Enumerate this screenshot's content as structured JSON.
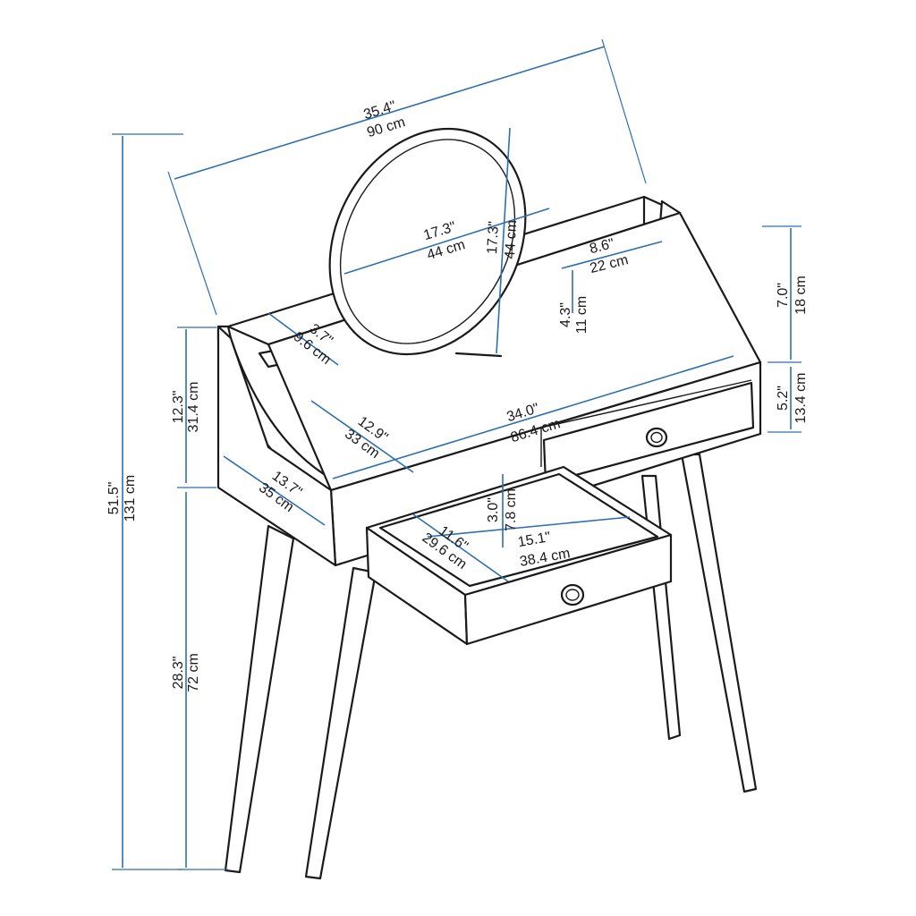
{
  "colors": {
    "outline": "#1a1a1a",
    "dimension": "#2d6fb0",
    "background": "#ffffff"
  },
  "dimensions": {
    "overall_height": {
      "imperial": "51.5\"",
      "metric": "131 cm"
    },
    "overall_width": {
      "imperial": "35.4\"",
      "metric": "90 cm"
    },
    "mirror_width": {
      "imperial": "17.3\"",
      "metric": "44 cm"
    },
    "mirror_height": {
      "imperial": "17.3\"",
      "metric": "44 cm"
    },
    "right_shelf_depth": {
      "imperial": "8.6\"",
      "metric": "22 cm"
    },
    "left_shelf_depth": {
      "imperial": "3.7\"",
      "metric": "9.6 cm"
    },
    "shelf_gap": {
      "imperial": "4.3\"",
      "metric": "11 cm"
    },
    "hutch_height": {
      "imperial": "7.0\"",
      "metric": "18 cm"
    },
    "top_height": {
      "imperial": "5.2\"",
      "metric": "13.4 cm"
    },
    "side_panel_height": {
      "imperial": "12.3\"",
      "metric": "31.4 cm"
    },
    "desktop_depth": {
      "imperial": "12.9\"",
      "metric": "33 cm"
    },
    "desktop_width": {
      "imperial": "34.0\"",
      "metric": "86.4 cm"
    },
    "total_depth": {
      "imperial": "13.7\"",
      "metric": "35 cm"
    },
    "drawer_height": {
      "imperial": "3.0\"",
      "metric": "7.8 cm"
    },
    "drawer_depth": {
      "imperial": "11.6\"",
      "metric": "29.6 cm"
    },
    "drawer_width": {
      "imperial": "15.1\"",
      "metric": "38.4 cm"
    },
    "leg_height": {
      "imperial": "28.3\"",
      "metric": "72 cm"
    }
  }
}
